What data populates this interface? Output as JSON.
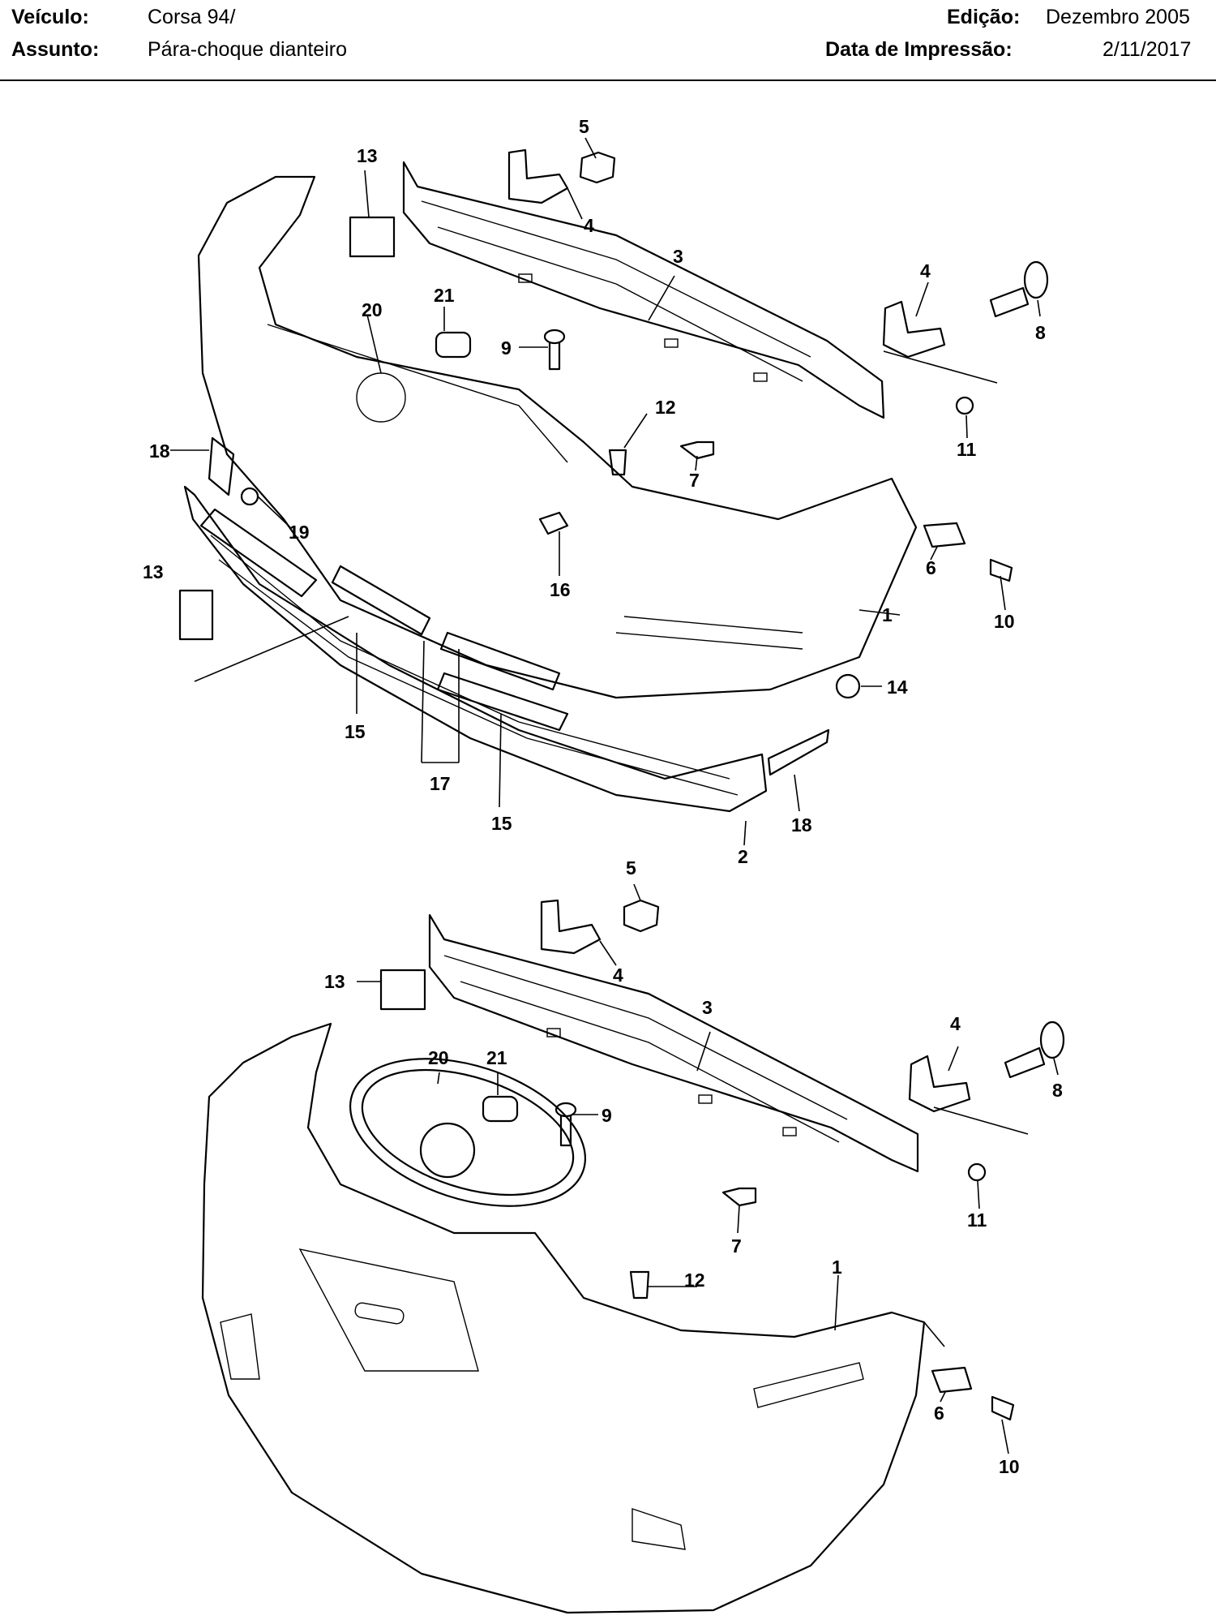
{
  "header": {
    "vehicle_label": "Veículo:",
    "vehicle_value": "Corsa 94/",
    "subject_label": "Assunto:",
    "subject_value": "Pára-choque dianteiro",
    "edition_label": "Edição:",
    "edition_value": "Dezembro 2005",
    "print_date_label": "Data de Impressão:",
    "print_date_value": "2/11/2017"
  },
  "callouts_top": [
    "1",
    "2",
    "3",
    "4",
    "4",
    "5",
    "6",
    "7",
    "8",
    "9",
    "10",
    "11",
    "12",
    "13",
    "13",
    "14",
    "15",
    "15",
    "16",
    "17",
    "18",
    "18",
    "19",
    "20",
    "21"
  ],
  "callouts_bottom": [
    "1",
    "3",
    "4",
    "4",
    "5",
    "6",
    "7",
    "8",
    "9",
    "10",
    "11",
    "12",
    "13",
    "20",
    "21"
  ]
}
